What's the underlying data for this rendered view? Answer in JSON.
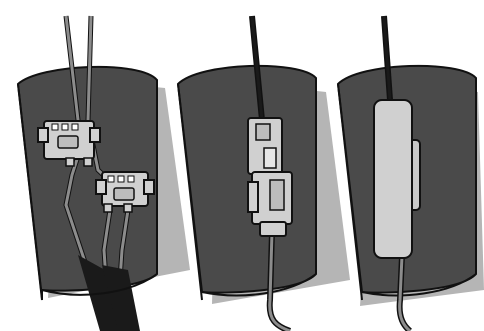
{
  "illustration": {
    "panels": [
      {
        "name": "panel-1",
        "depicts": "two-connector-pairs-in-sleeve"
      },
      {
        "name": "panel-2",
        "depicts": "single-connector-pair-in-sleeve"
      },
      {
        "name": "panel-3",
        "depicts": "covered-connector-in-sleeve"
      }
    ],
    "colors": {
      "sleeve_dark": "#4a4a4a",
      "sleeve_back": "#b3b3b3",
      "sleeve_inner": "#3b3b3b",
      "wire_gray": "#8c8c8c",
      "wire_dark": "#1a1a1a",
      "connector": "#d0d0d0",
      "outline": "#111111"
    }
  }
}
